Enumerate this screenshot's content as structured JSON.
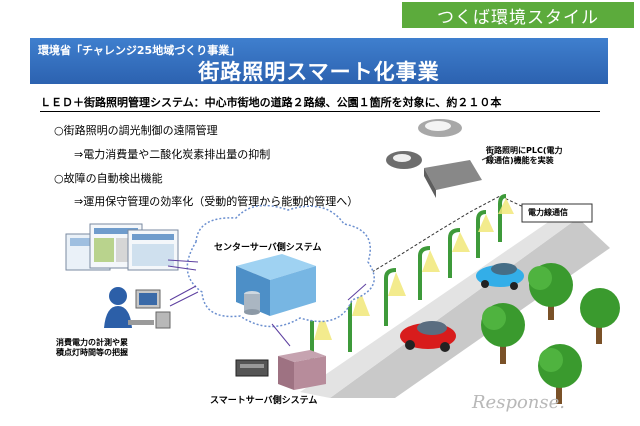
{
  "brand": {
    "label": "つくば環境スタイル"
  },
  "header": {
    "subtitle": "環境省「チャレンジ25地域づくり事業」",
    "title": "街路照明スマート化事業"
  },
  "summary": "ＬＥＤ＋街路照明管理システム：中心市街地の道路２路線、公園１箇所を対象に、約２１０本",
  "bullets": [
    {
      "text": "○街路照明の調光制御の遠隔管理"
    },
    {
      "text": "⇒電力消費量や二酸化炭素排出量の抑制"
    },
    {
      "text": "○故障の自動検出機能"
    },
    {
      "text": "⇒運用保守管理の効率化（受動的管理から能動的管理へ）"
    }
  ],
  "labels": {
    "plc_line1": "街路照明にPLC(電力",
    "plc_line2": "線通信)機能を実装",
    "powerline": "電力線通信",
    "center_server": "センターサーバ側システム",
    "smart_server": "スマートサーバ側システム",
    "monitor_line1": "消費電力の計測や累",
    "monitor_line2": "積点灯時間等の把握"
  },
  "watermark": "Response."
}
